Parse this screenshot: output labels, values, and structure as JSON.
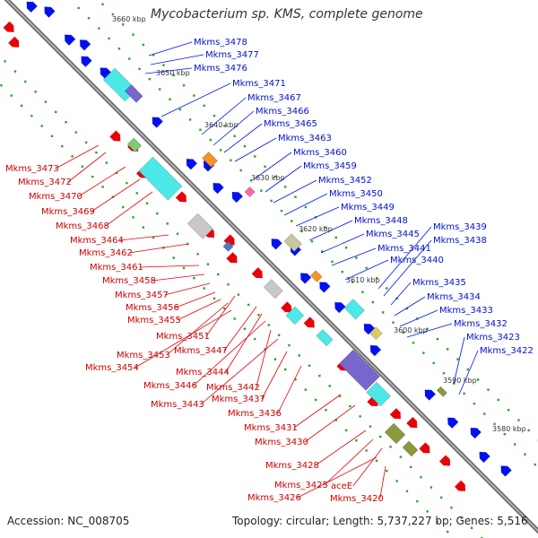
{
  "header": {
    "title": "Mycobacterium sp. KMS, complete genome"
  },
  "footer": {
    "accession": "Accession: NC_008705",
    "topology": "Topology: circular; Length: 5,737,227 bp; Genes: 5,516"
  },
  "colors": {
    "forward_strand": "#e8000b",
    "reverse_strand": "#0011ee",
    "backbone": "#6e6e6e",
    "orf_dots": "#22aa22",
    "cyan": "#4de8e8",
    "purple": "#7766cc",
    "orange": "#f7931e",
    "olive": "#8a9a3a",
    "gray": "#c8c8c8",
    "steelblue": "#5577bb"
  },
  "ruler_labels": [
    {
      "text": "3660 kbp"
    },
    {
      "text": "3650 kbp"
    },
    {
      "text": "3640 kbp"
    },
    {
      "text": "3630 kbp"
    },
    {
      "text": "3620 kbp"
    },
    {
      "text": "3610 kbp"
    },
    {
      "text": "3600 kbp"
    },
    {
      "text": "3590 kbp"
    },
    {
      "text": "3580 kbp"
    }
  ],
  "reverse_labels": [
    "Mkms_3478",
    "Mkms_3477",
    "Mkms_3476",
    "Mkms_3471",
    "Mkms_3467",
    "Mkms_3466",
    "Mkms_3465",
    "Mkms_3463",
    "Mkms_3460",
    "Mkms_3459",
    "Mkms_3452",
    "Mkms_3450",
    "Mkms_3449",
    "Mkms_3448",
    "Mkms_3445",
    "Mkms_3441",
    "Mkms_3440",
    "Mkms_3439",
    "Mkms_3438",
    "Mkms_3435",
    "Mkms_3434",
    "Mkms_3433",
    "Mkms_3432",
    "Mkms_3423",
    "Mkms_3422"
  ],
  "forward_labels": [
    "Mkms_3473",
    "Mkms_3472",
    "Mkms_3470",
    "Mkms_3469",
    "Mkms_3468",
    "Mkms_3464",
    "Mkms_3462",
    "Mkms_3461",
    "Mkms_3458",
    "Mkms_3457",
    "Mkms_3456",
    "Mkms_3455",
    "Mkms_3451",
    "Mkms_3453",
    "Mkms_3454",
    "Mkms_3447",
    "Mkms_3444",
    "Mkms_3446",
    "Mkms_3442",
    "Mkms_3443",
    "Mkms_3437",
    "Mkms_3436",
    "Mkms_3431",
    "Mkms_3430",
    "Mkms_3428",
    "Mkms_3425",
    "aceE",
    "Mkms_3426",
    "Mkms_3420"
  ]
}
